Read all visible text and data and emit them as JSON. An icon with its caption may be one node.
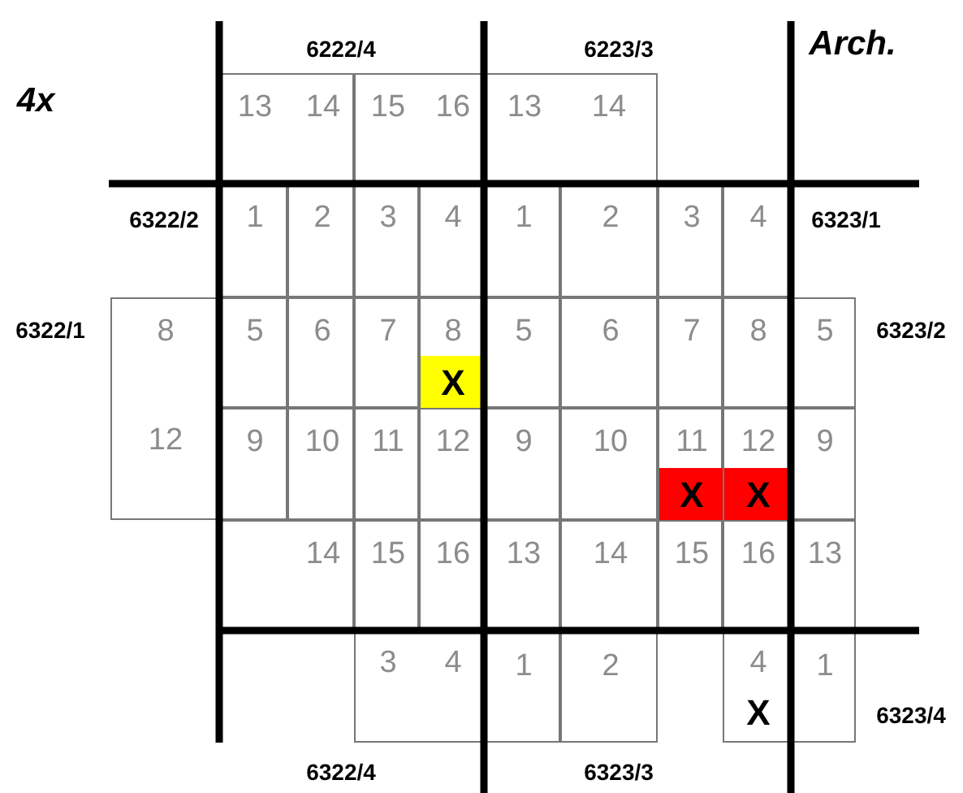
{
  "diagram": {
    "nodes": [
      {
        "text": [
          "13",
          "14"
        ]
      },
      {
        "text": [
          "15",
          "16"
        ]
      },
      {
        "text": [
          "13",
          "14"
        ]
      },
      {
        "text": [
          "1"
        ]
      },
      {
        "text": [
          "2"
        ]
      },
      {
        "text": [
          "3"
        ]
      },
      {
        "text": [
          "4"
        ]
      },
      {
        "text": [
          "1"
        ]
      },
      {
        "text": [
          "2"
        ]
      },
      {
        "text": [
          "3"
        ]
      },
      {
        "text": [
          "4"
        ]
      },
      {
        "text": [
          "8",
          "12"
        ]
      },
      {
        "text": [
          "5"
        ]
      },
      {
        "text": [
          "6"
        ]
      },
      {
        "text": [
          "7"
        ]
      },
      {
        "text": [
          "8"
        ]
      },
      {
        "text": [
          "X"
        ],
        "in": 15
      },
      {
        "text": [
          "5"
        ]
      },
      {
        "text": [
          "6"
        ]
      },
      {
        "text": [
          "7"
        ]
      },
      {
        "text": [
          "8"
        ]
      },
      {
        "text": [
          "5"
        ]
      },
      {
        "text": [
          "9"
        ]
      },
      {
        "text": [
          "10"
        ]
      },
      {
        "text": [
          "11"
        ]
      },
      {
        "text": [
          "12"
        ]
      },
      {
        "text": [
          "9"
        ]
      },
      {
        "text": [
          "10"
        ]
      },
      {
        "text": [
          "11"
        ]
      },
      {
        "text": [
          "X"
        ],
        "in": 28
      },
      {
        "text": [
          "12"
        ]
      },
      {
        "text": [
          "X"
        ],
        "in": 30
      },
      {
        "text": [
          "9"
        ]
      },
      {
        "text": [
          "14"
        ]
      },
      {
        "text": [
          "15"
        ]
      },
      {
        "text": [
          "16"
        ]
      },
      {
        "text": [
          "13"
        ]
      },
      {
        "text": [
          "14"
        ]
      },
      {
        "text": [
          "15"
        ]
      },
      {
        "text": [
          "16"
        ]
      },
      {
        "text": [
          "13"
        ]
      },
      {
        "text": [
          "3",
          "4"
        ]
      },
      {
        "text": [
          "1"
        ]
      },
      {
        "text": [
          "2"
        ]
      },
      {
        "text": [
          "4",
          "X"
        ]
      },
      {
        "text": [
          "1"
        ]
      }
    ],
    "labels": [
      "6222/4",
      "6223/3",
      "Arch.",
      "4x",
      "6322/2",
      "6323/1",
      "6322/1",
      "6323/2",
      "6323/4",
      "6322/4",
      "6323/3"
    ]
  }
}
